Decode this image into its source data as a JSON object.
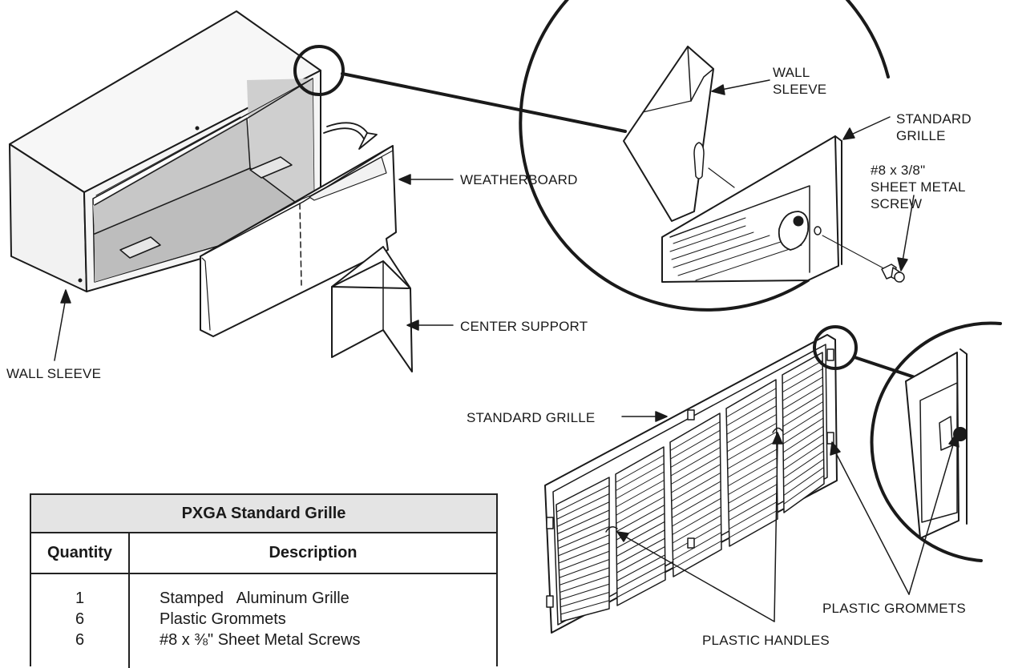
{
  "labels": {
    "wall_sleeve_left": "WALL SLEEVE",
    "weatherboard": "WEATHERBOARD",
    "center_support": "CENTER SUPPORT",
    "wall_sleeve_detail_1": "WALL",
    "wall_sleeve_detail_2": "SLEEVE",
    "standard_grille_detail_1": "STANDARD",
    "standard_grille_detail_2": "GRILLE",
    "screw_1": "#8 x 3/8\"",
    "screw_2": "SHEET METAL",
    "screw_3": "SCREW",
    "standard_grille": "STANDARD GRILLE",
    "plastic_grommets": "PLASTIC GROMMETS",
    "plastic_handles": "PLASTIC HANDLES"
  },
  "table": {
    "title": "PXGA Standard Grille",
    "headers": {
      "quantity": "Quantity",
      "description": "Description"
    },
    "rows": [
      {
        "quantity": "1",
        "description": "Stamped   Aluminum Grille"
      },
      {
        "quantity": "6",
        "description": "Plastic Grommets"
      },
      {
        "quantity": "6",
        "description": "#8 x ⅜\" Sheet Metal Screws"
      }
    ]
  },
  "colors": {
    "line": "#1a1a1a",
    "panel_gray": "#bdbdbd",
    "table_header": "#e4e4e4"
  }
}
